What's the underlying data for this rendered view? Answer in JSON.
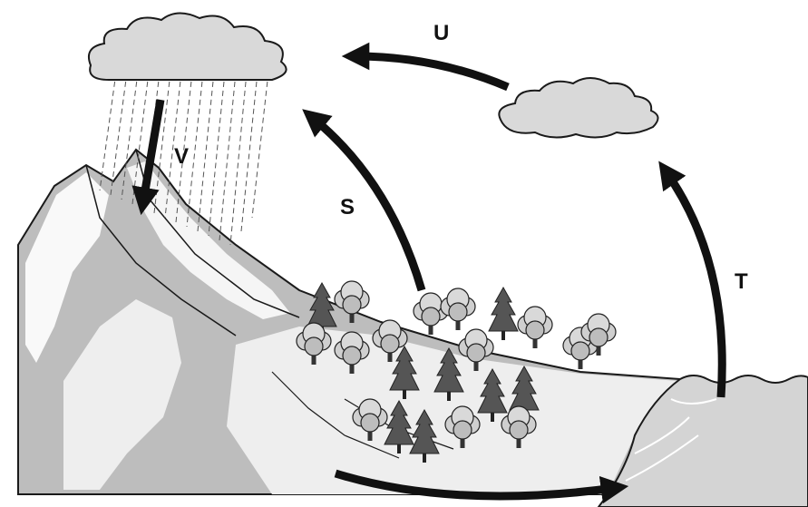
{
  "labels": {
    "U": "U",
    "S": "S",
    "V": "V",
    "T": "T"
  },
  "colors": {
    "arrow": "#111111",
    "cloud_fill": "#d9d9d9",
    "mountain_gray": "#bdbdbd",
    "ground_light": "#eeeeee",
    "water": "#d4d4d4",
    "outline": "#1a1a1a"
  },
  "icons": {
    "rain_cloud": "rain-cloud-icon",
    "small_cloud": "cloud-icon",
    "tree": "tree-icon"
  }
}
